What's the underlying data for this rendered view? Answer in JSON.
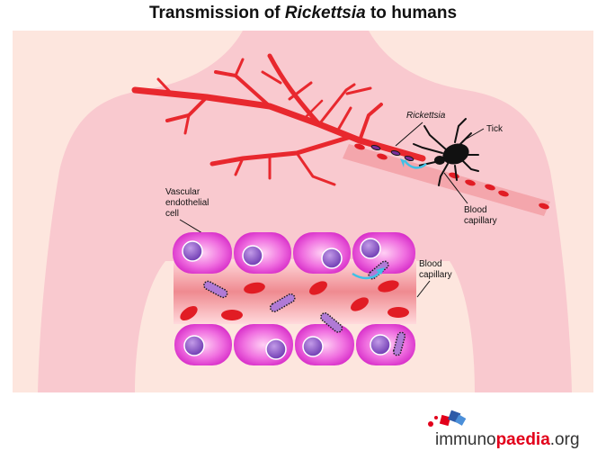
{
  "title": {
    "prefix": "Transmission of ",
    "italic": "Rickettsia",
    "suffix": " to humans"
  },
  "labels": {
    "rickettsia": "Rickettsia",
    "tick": "Tick",
    "blood_capillary_top": [
      "Blood",
      "capillary"
    ],
    "vascular_cell": [
      "Vascular",
      "endothelial",
      "cell"
    ],
    "blood_capillary_inset": [
      "Blood",
      "capillary"
    ]
  },
  "logo": {
    "part1": "immuno",
    "part2": "paedia",
    "part3": ".org"
  },
  "colors": {
    "skin_bg": "#fde6de",
    "torso": "#f9c9cf",
    "vessel": "#e8282e",
    "cell": "#ee44dd",
    "nucleus": "#8a4cc4",
    "rbc": "#e11c24"
  }
}
